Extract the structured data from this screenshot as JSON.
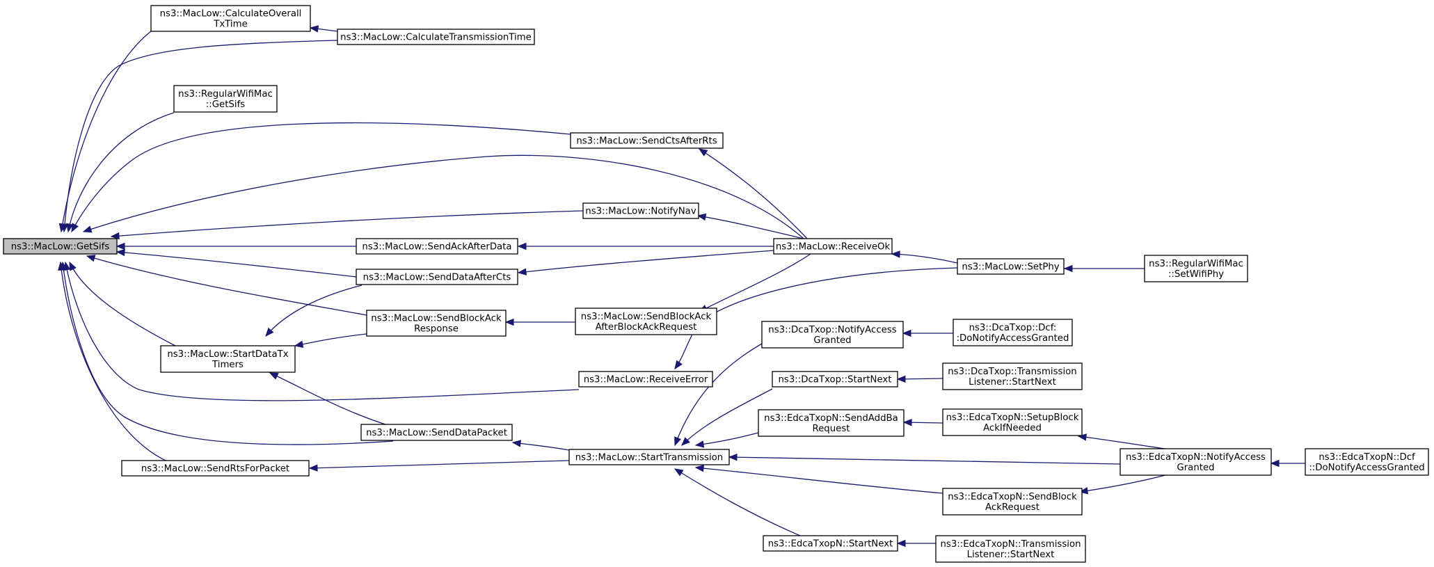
{
  "colors": {
    "edge": "#191970",
    "root_fill": "#bfbfbf",
    "node_fill": "#ffffff",
    "node_stroke": "#000000"
  },
  "nodes": [
    {
      "id": "getsifs",
      "lines": [
        "ns3::MacLow::GetSifs"
      ],
      "root": true
    },
    {
      "id": "calcoverall",
      "lines": [
        "ns3::MacLow::CalculateOverall",
        "TxTime"
      ]
    },
    {
      "id": "calctrans",
      "lines": [
        "ns3::MacLow::CalculateTransmissionTime"
      ]
    },
    {
      "id": "rwm_getsifs",
      "lines": [
        "ns3::RegularWifiMac",
        "::GetSifs"
      ]
    },
    {
      "id": "sendcts",
      "lines": [
        "ns3::MacLow::SendCtsAfterRts"
      ]
    },
    {
      "id": "notifynav",
      "lines": [
        "ns3::MacLow::NotifyNav"
      ]
    },
    {
      "id": "sendack",
      "lines": [
        "ns3::MacLow::SendAckAfterData"
      ]
    },
    {
      "id": "senddataafter",
      "lines": [
        "ns3::MacLow::SendDataAfterCts"
      ]
    },
    {
      "id": "sendblockackresp",
      "lines": [
        "ns3::MacLow::SendBlockAck",
        "Response"
      ]
    },
    {
      "id": "startdatatx",
      "lines": [
        "ns3::MacLow::StartDataTx",
        "Timers"
      ]
    },
    {
      "id": "receiveerror",
      "lines": [
        "ns3::MacLow::ReceiveError"
      ]
    },
    {
      "id": "senddatapacket",
      "lines": [
        "ns3::MacLow::SendDataPacket"
      ]
    },
    {
      "id": "sendrts",
      "lines": [
        "ns3::MacLow::SendRtsForPacket"
      ]
    },
    {
      "id": "receiveok",
      "lines": [
        "ns3::MacLow::ReceiveOk"
      ]
    },
    {
      "id": "sendblockackafter",
      "lines": [
        "ns3::MacLow::SendBlockAck",
        "AfterBlockAckRequest"
      ]
    },
    {
      "id": "setphy",
      "lines": [
        "ns3::MacLow::SetPhy"
      ]
    },
    {
      "id": "rwm_setwifiphy",
      "lines": [
        "ns3::RegularWifiMac",
        "::SetWifiPhy"
      ]
    },
    {
      "id": "starttransmission",
      "lines": [
        "ns3::MacLow::StartTransmission"
      ]
    },
    {
      "id": "dca_notify",
      "lines": [
        "ns3::DcaTxop::NotifyAccess",
        "Granted"
      ]
    },
    {
      "id": "dca_startnext",
      "lines": [
        "ns3::DcaTxop::StartNext"
      ]
    },
    {
      "id": "edca_sendaddba",
      "lines": [
        "ns3::EdcaTxopN::SendAddBa",
        "Request"
      ]
    },
    {
      "id": "edca_startnext",
      "lines": [
        "ns3::EdcaTxopN::StartNext"
      ]
    },
    {
      "id": "dca_dcf",
      "lines": [
        "ns3::DcaTxop::Dcf:",
        ":DoNotifyAccessGranted"
      ]
    },
    {
      "id": "dca_tl_startnext",
      "lines": [
        "ns3::DcaTxop::Transmission",
        "Listener::StartNext"
      ]
    },
    {
      "id": "edca_setup",
      "lines": [
        "ns3::EdcaTxopN::SetupBlock",
        "AckIfNeeded"
      ]
    },
    {
      "id": "edca_sendblockreq",
      "lines": [
        "ns3::EdcaTxopN::SendBlock",
        "AckRequest"
      ]
    },
    {
      "id": "edca_tl_startnext",
      "lines": [
        "ns3::EdcaTxopN::Transmission",
        "Listener::StartNext"
      ]
    },
    {
      "id": "edca_notify",
      "lines": [
        "ns3::EdcaTxopN::NotifyAccess",
        "Granted"
      ]
    },
    {
      "id": "edca_dcf",
      "lines": [
        "ns3::EdcaTxopN::Dcf",
        "::DoNotifyAccessGranted"
      ]
    }
  ]
}
